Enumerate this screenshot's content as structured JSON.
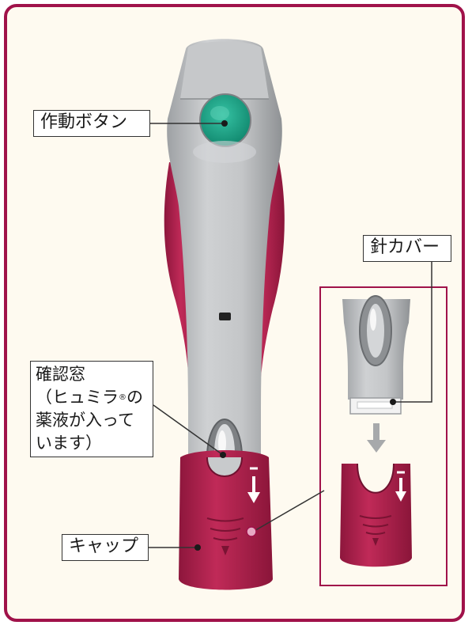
{
  "colors": {
    "border": "#a0124a",
    "background": "#fefaf0",
    "device_gray": "#b9bcbf",
    "device_red": "#b1224f",
    "button_teal": "#1fa98b",
    "callout_line": "#333333"
  },
  "labels": {
    "activation_button": "作動ボタン",
    "needle_cover": "針カバー",
    "cap": "キャップ",
    "window": {
      "line1": "確認窓",
      "line2a": "（ヒュミラ",
      "line2_reg": "®",
      "line2b": "の",
      "line3": "薬液が入って",
      "line4": "います）"
    }
  },
  "icons": [
    "down-arrow-icon",
    "registered-mark"
  ]
}
